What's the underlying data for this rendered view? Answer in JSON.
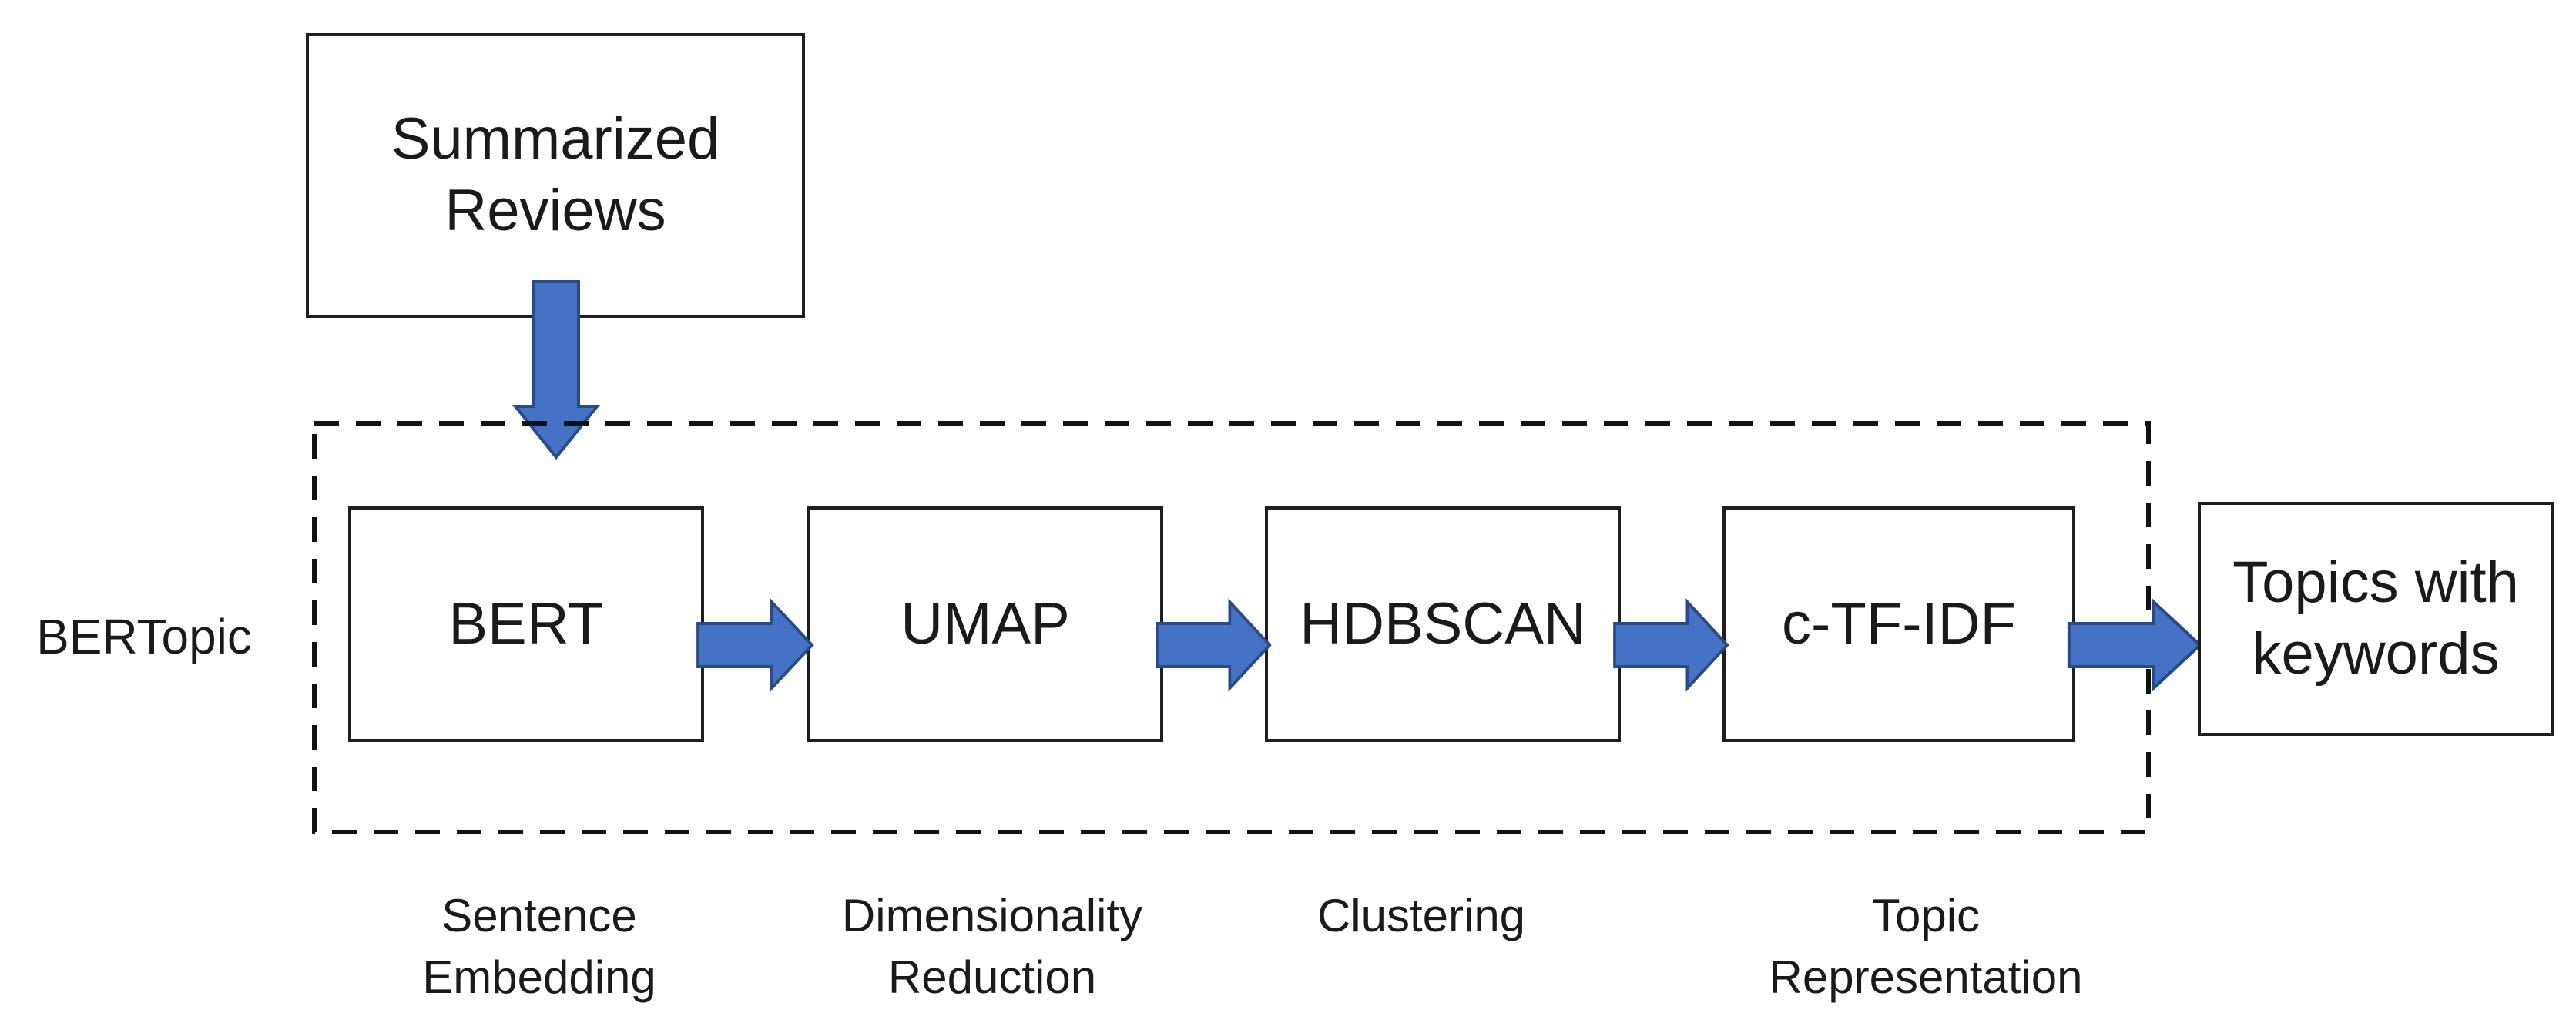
{
  "colors": {
    "arrow_fill": "#4472C4",
    "arrow_stroke": "#2A4A87",
    "line_color": "#1f1f1f"
  },
  "input_box": {
    "label": "Summarized\nReviews"
  },
  "pipeline_label": "BERTopic",
  "stages": [
    {
      "name": "BERT",
      "caption": "Sentence\nEmbedding"
    },
    {
      "name": "UMAP",
      "caption": "Dimensionality\nReduction"
    },
    {
      "name": "HDBSCAN",
      "caption": "Clustering"
    },
    {
      "name": "c-TF-IDF",
      "caption": "Topic\nRepresentation"
    }
  ],
  "output_box": {
    "label": "Topics with\nkeywords"
  }
}
